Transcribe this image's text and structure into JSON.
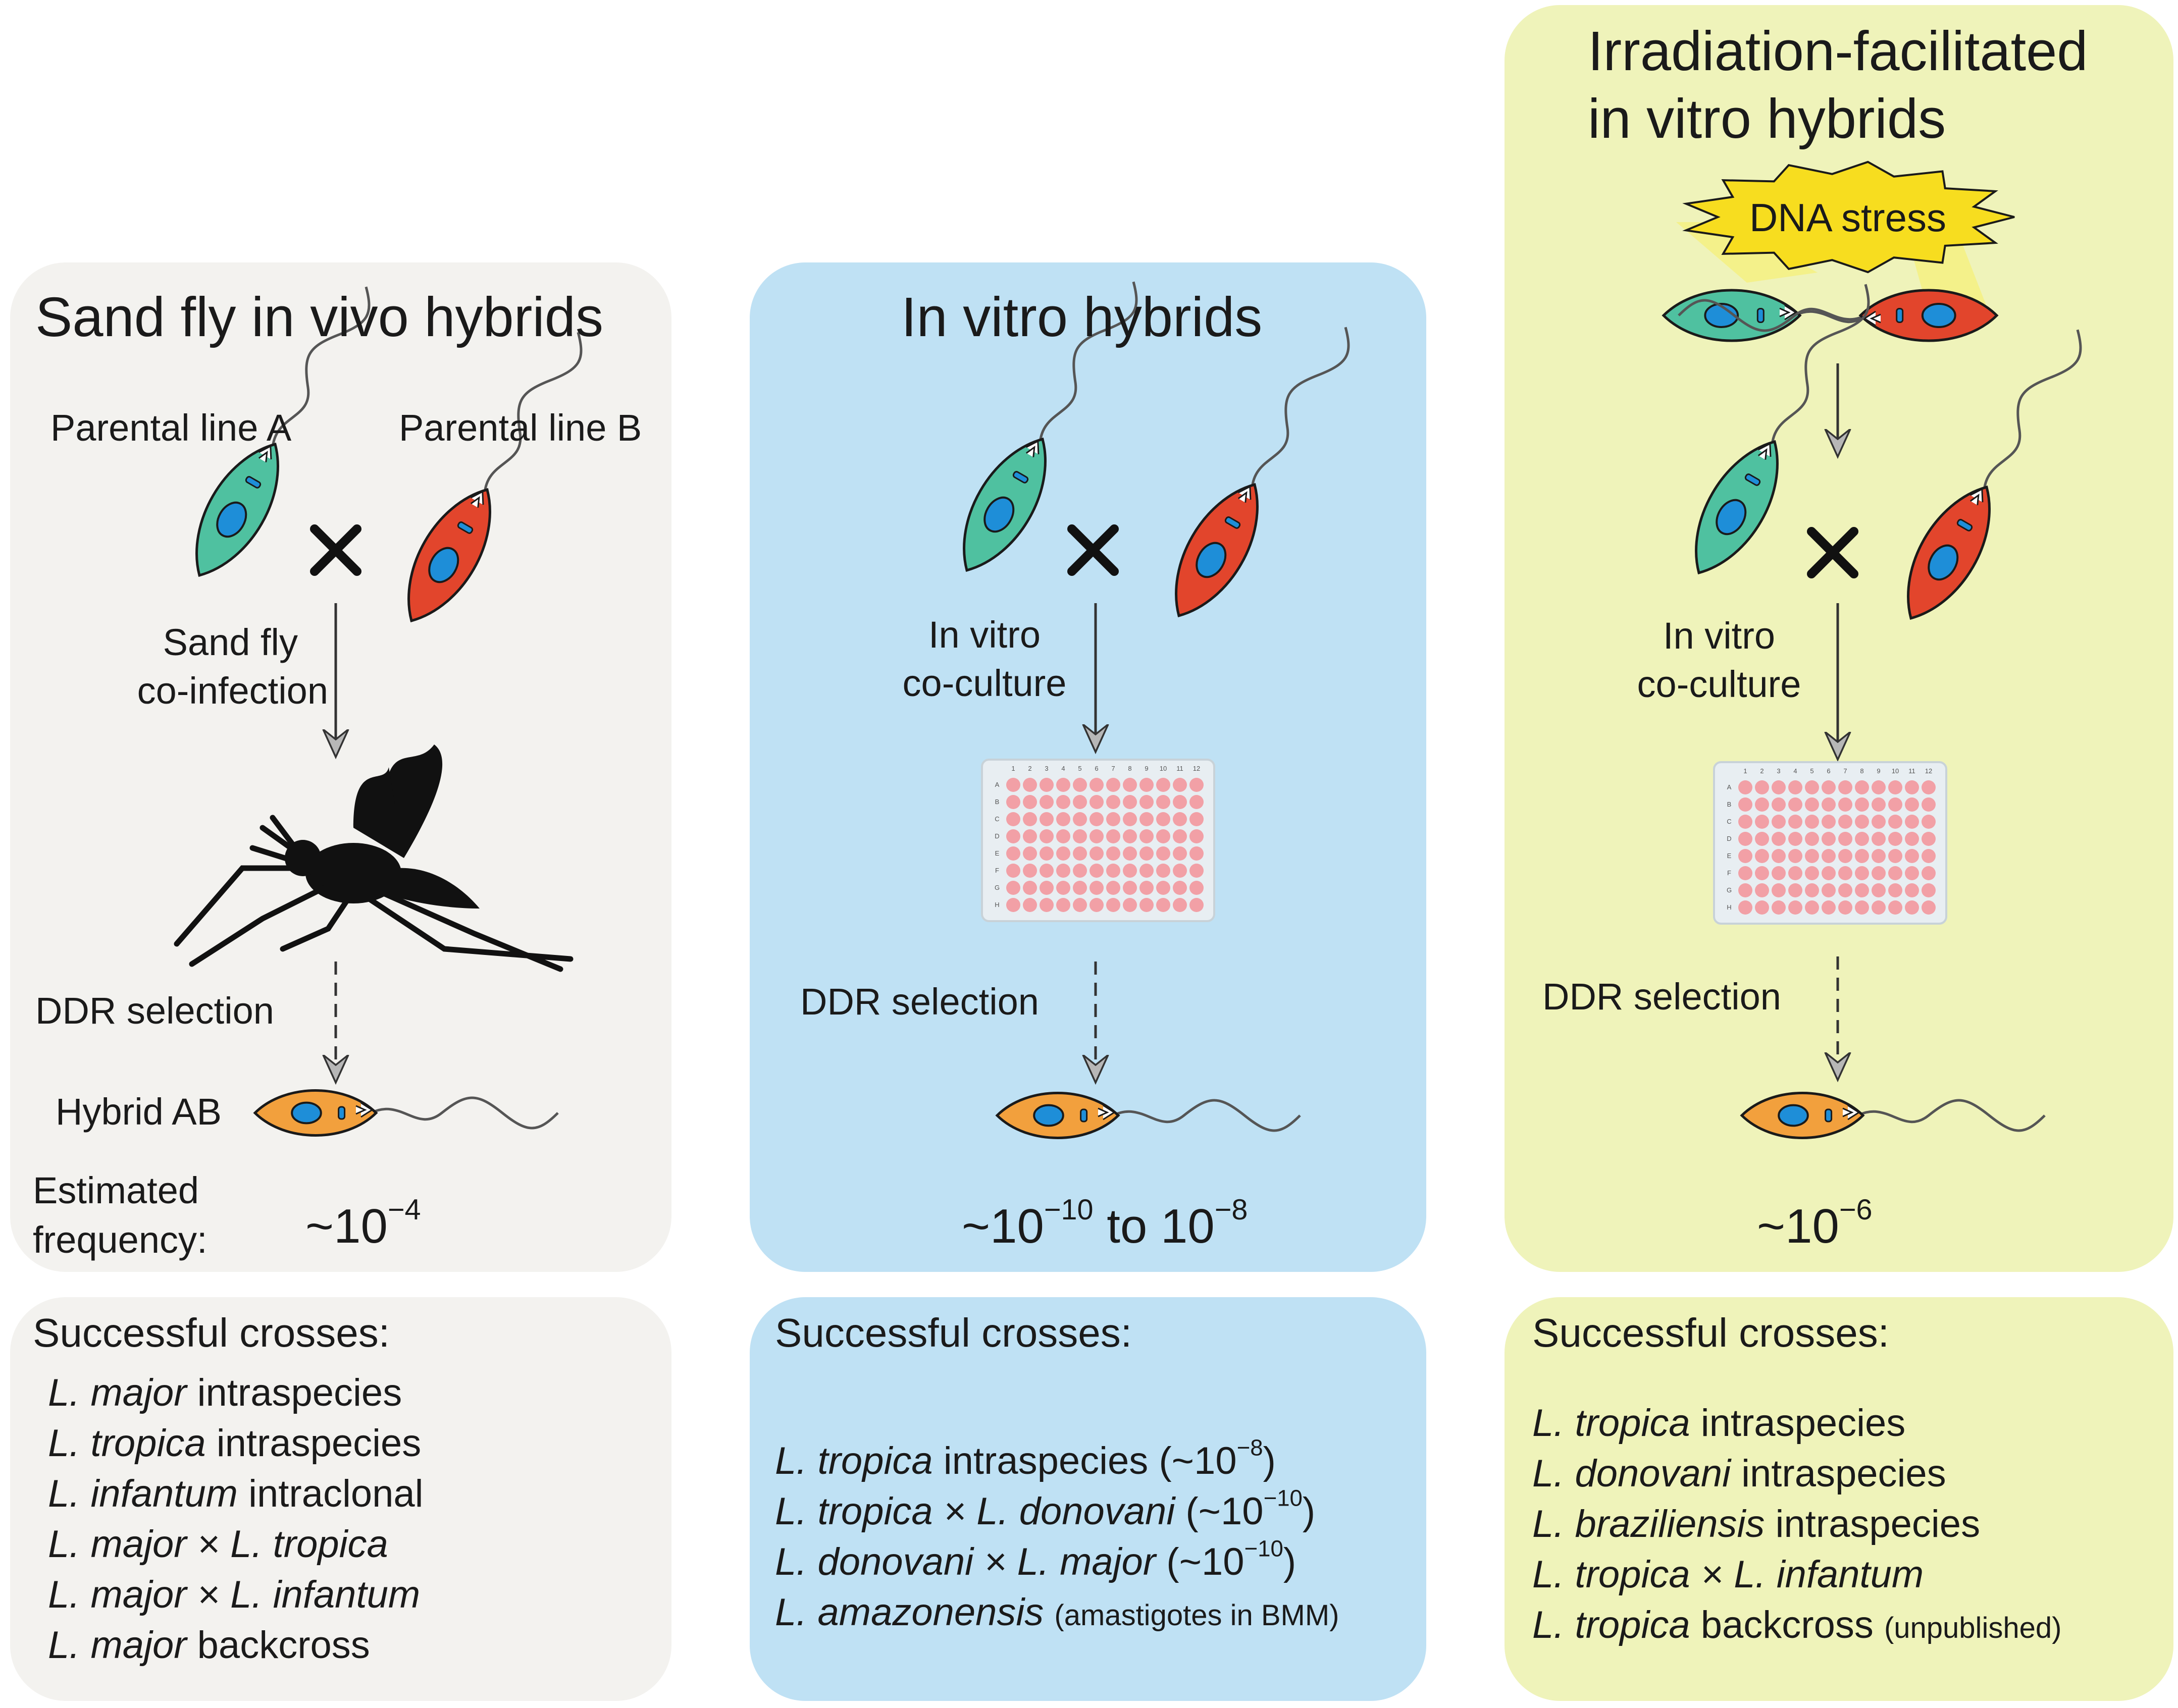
{
  "panels": {
    "sandfly": {
      "title": "Sand fly in vivo hybrids",
      "parent_a": "Parental line A",
      "parent_b": "Parental line B",
      "step1_line1": "Sand fly",
      "step1_line2": "co-infection",
      "selection": "DDR selection",
      "hybrid_label": "Hybrid AB",
      "estimated_line1": "Estimated",
      "estimated_line2": "frequency:",
      "freq_base": "~10",
      "freq_exp": "−4",
      "crosses_heading": "Successful crosses:",
      "crosses": [
        {
          "species": "L. major",
          "rest": " intraspecies"
        },
        {
          "species": "L. tropica",
          "rest": " intraspecies"
        },
        {
          "species": "L. infantum",
          "rest": " intraclonal"
        },
        {
          "species": "L. major × L. tropica",
          "rest": ""
        },
        {
          "species": "L. major × L. infantum",
          "rest": ""
        },
        {
          "species": "L. major",
          "rest": " backcross"
        }
      ]
    },
    "invitro": {
      "title": "In vitro hybrids",
      "step1_line1": "In vitro",
      "step1_line2": "co-culture",
      "selection": "DDR selection",
      "freq_base1": "~10",
      "freq_exp1": "−10",
      "freq_mid": " to 10",
      "freq_exp2": "−8",
      "crosses_heading": "Successful crosses:",
      "crosses": [
        {
          "species": "L. tropica",
          "rest": " intraspecies (~10",
          "exp": "−8",
          "tail": ")"
        },
        {
          "species": "L. tropica × L. donovani",
          "rest": " (~10",
          "exp": "−10",
          "tail": ")"
        },
        {
          "species": "L. donovani × L. major",
          "rest": " (~10",
          "exp": "−10",
          "tail": ")"
        },
        {
          "species": "L. amazonensis",
          "rest": " ",
          "small": "(amastigotes in BMM)"
        }
      ]
    },
    "irradiation": {
      "title_line1": "Irradiation-facilitated",
      "title_line2": "in vitro hybrids",
      "stress": "DNA stress",
      "step1_line1": "In vitro",
      "step1_line2": "co-culture",
      "selection": "DDR selection",
      "freq_base": "~10",
      "freq_exp": "−6",
      "crosses_heading": "Successful crosses:",
      "crosses": [
        {
          "species": "L. tropica",
          "rest": " intraspecies"
        },
        {
          "species": "L. donovani",
          "rest": " intraspecies"
        },
        {
          "species": "L. braziliensis",
          "rest": " intraspecies"
        },
        {
          "species": "L. tropica × L. infantum",
          "rest": ""
        },
        {
          "species": "L. tropica",
          "rest": " backcross ",
          "small": "(unpublished)"
        }
      ]
    }
  },
  "plate": {
    "columns": [
      "1",
      "2",
      "3",
      "4",
      "5",
      "6",
      "7",
      "8",
      "9",
      "10",
      "11",
      "12"
    ],
    "rows": [
      "A",
      "B",
      "C",
      "D",
      "E",
      "F",
      "G",
      "H"
    ]
  },
  "colors": {
    "panel1": "#f3f2ef",
    "panel2": "#bfe1f4",
    "panel3": "#eff3ba",
    "parasite_a": "#4fc1a0",
    "parasite_b": "#e2452c",
    "hybrid": "#f2a03d",
    "nucleus": "#1e8ed8",
    "well": "#f2a0a6",
    "stress": "#f7dd1f"
  }
}
